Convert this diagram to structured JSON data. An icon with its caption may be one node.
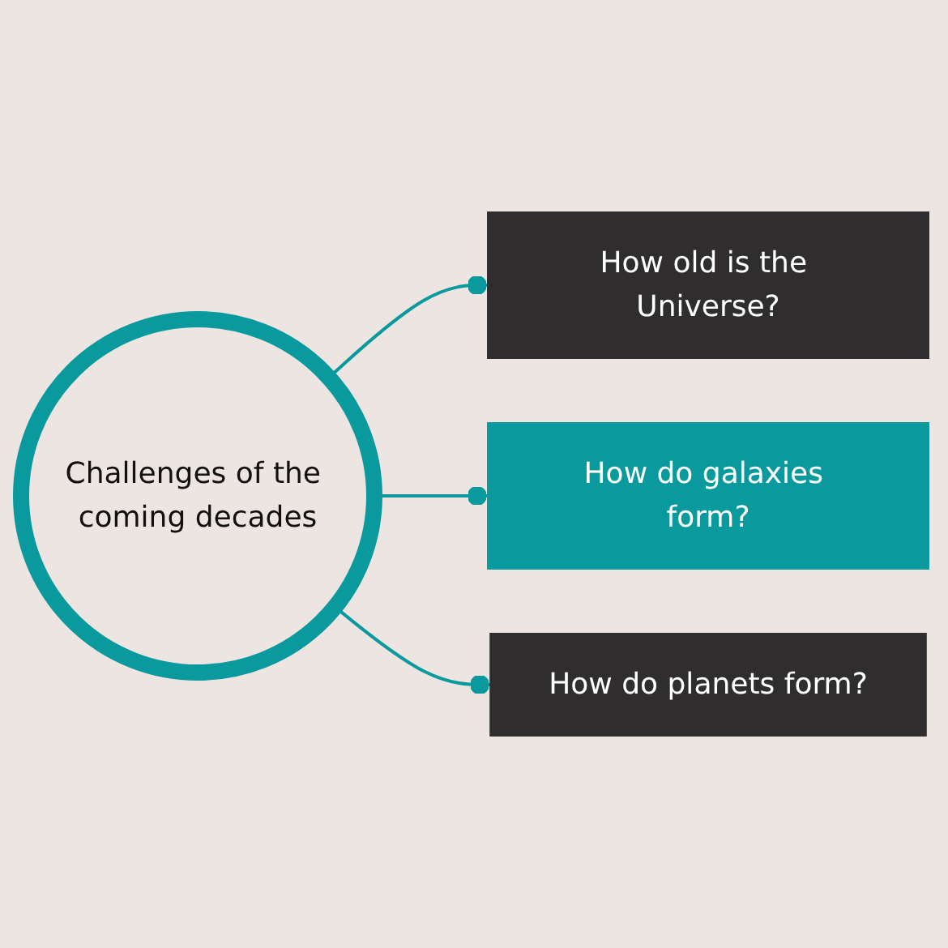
{
  "diagram": {
    "nodes": [
      {
        "text": [
          "Challenges of the coming decades"
        ]
      },
      {
        "text": [
          "How old is the Universe?"
        ]
      },
      {
        "text": [
          "How do galaxies form?"
        ]
      },
      {
        "text": [
          "How do planets form?"
        ]
      }
    ],
    "edges": [
      {
        "from": 0,
        "to": 1,
        "arrow": "other"
      },
      {
        "from": 0,
        "to": 2,
        "arrow": "other"
      },
      {
        "from": 0,
        "to": 3,
        "arrow": "other"
      }
    ]
  }
}
